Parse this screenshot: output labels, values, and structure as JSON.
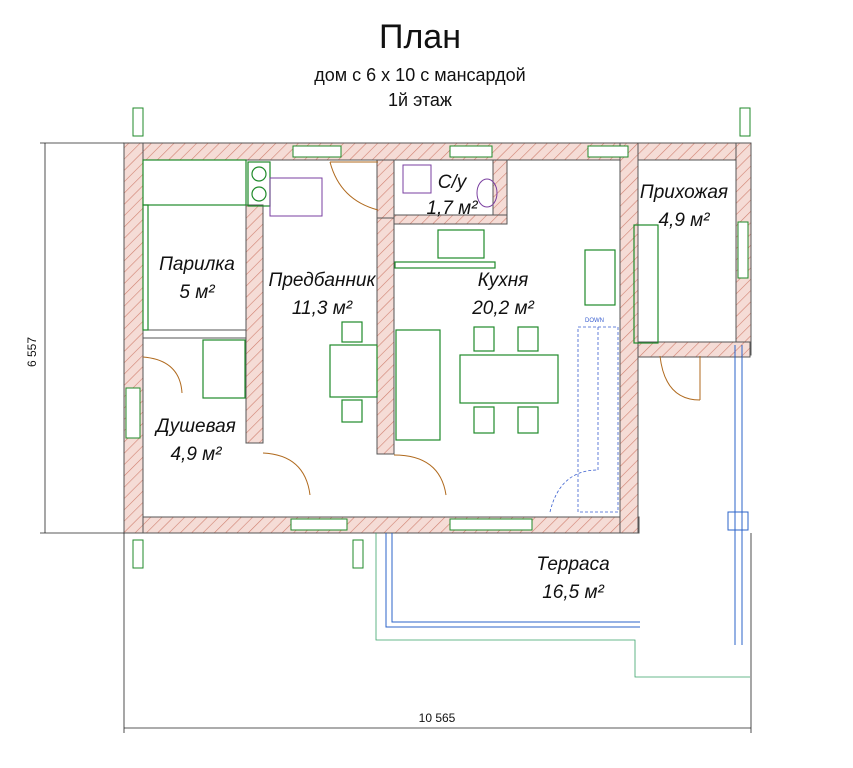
{
  "header": {
    "title": "План",
    "subtitle": "дом с 6 х 10 с мансардой",
    "floor": "1й этаж"
  },
  "rooms": [
    {
      "name": "Парилка",
      "area": "5 м²"
    },
    {
      "name": "Предбанник",
      "area": "11,3 м²"
    },
    {
      "name": "С/у",
      "area": "1,7 м²"
    },
    {
      "name": "Кухня",
      "area": "20,2 м²"
    },
    {
      "name": "Прихожая",
      "area": "4,9 м²"
    },
    {
      "name": "Душевая",
      "area": "4,9 м²"
    },
    {
      "name": "Терраса",
      "area": "16,5 м²"
    }
  ],
  "dimensions": {
    "width": "10 565",
    "height": "6 557"
  },
  "stair_label": "DOWN",
  "colors": {
    "wall_fill": "#f3d9d4",
    "wall_hatch": "#d08070",
    "furniture": "#1f8a2a",
    "door": "#b06a1e",
    "terrace": "#2b63c8"
  }
}
